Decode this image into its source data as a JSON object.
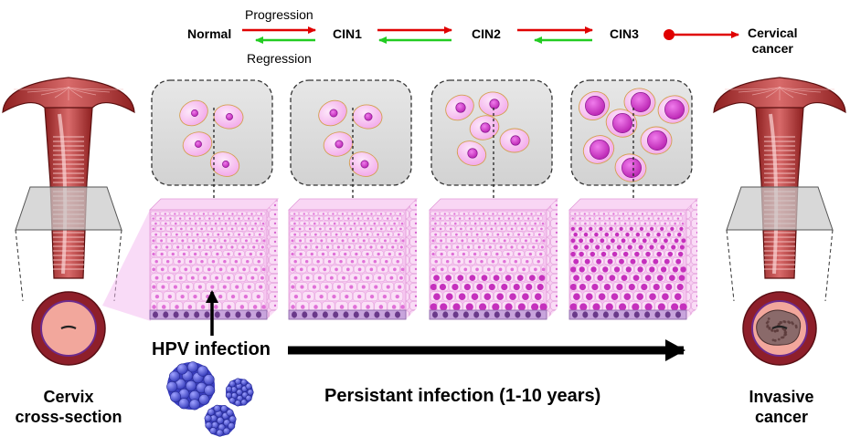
{
  "progression": {
    "stages": [
      "Normal",
      "CIN1",
      "CIN2",
      "CIN3"
    ],
    "final_stage_line1": "Cervical",
    "final_stage_line2": "cancer",
    "progression_label": "Progression",
    "regression_label": "Regression"
  },
  "labels": {
    "hpv_infection": "HPV infection",
    "persistent_infection": "Persistant infection (1-10 years)",
    "left_caption_line1": "Cervix",
    "left_caption_line2": "cross-section",
    "right_caption_line1": "Invasive",
    "right_caption_line2": "cancer"
  },
  "colors": {
    "progression_arrow": "#e00000",
    "regression_arrow": "#22cc22",
    "cell_cytoplasm": "#f7b8ef",
    "cell_nucleus": "#d032c8",
    "tissue": "#f6c6f0",
    "basal_layer": "#a070b8",
    "cervix_muscle": "#b83a3a",
    "virus": "#5b5fd6"
  },
  "panels": [
    {
      "name": "normal",
      "nucleus_scale": 1.0
    },
    {
      "name": "cin1",
      "nucleus_scale": 1.15
    },
    {
      "name": "cin2",
      "nucleus_scale": 1.45
    },
    {
      "name": "cin3",
      "nucleus_scale": 1.9
    }
  ]
}
